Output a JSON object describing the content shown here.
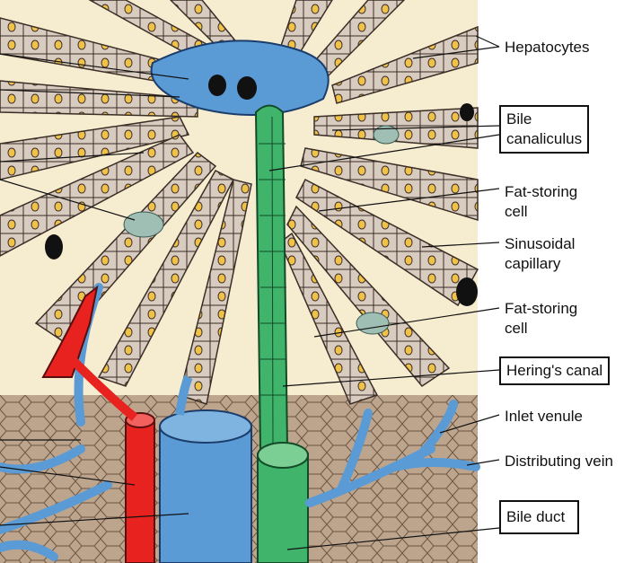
{
  "labels": {
    "hepatocytes": "Hepatocytes",
    "bile_canaliculus": [
      "Bile",
      "canaliculus"
    ],
    "fat_storing_cell_1": [
      "Fat-storing",
      "cell"
    ],
    "sinusoidal_capillary": [
      "Sinusoidal",
      "capillary"
    ],
    "fat_storing_cell_2": [
      "Fat-storing",
      "cell"
    ],
    "herings_canal": "Hering's canal",
    "inlet_venule": "Inlet venule",
    "distributing_vein": "Distributing vein",
    "bile_duct": "Bile duct"
  },
  "colors": {
    "hepatocyte": "#d8cbbf",
    "sinusoid": "#f6ecd0",
    "central_vein": "#5b9bd5",
    "bile": "#3fb46a",
    "artery": "#e8231f",
    "connective": "#bda48d",
    "nucleus": "#f0c24a"
  }
}
